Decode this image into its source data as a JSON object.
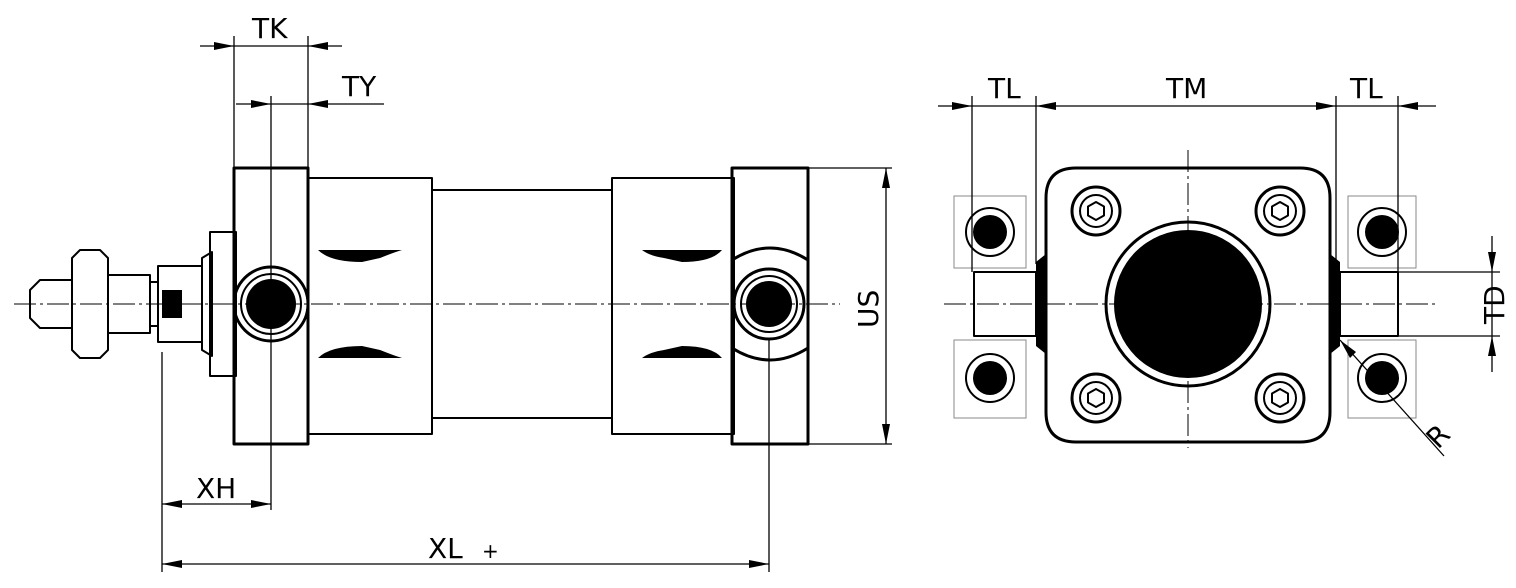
{
  "labels": {
    "tk": "TK",
    "ty": "TY",
    "xh": "XH",
    "xl": "XL",
    "plus": "+",
    "us": "US",
    "tl_left": "TL",
    "tm": "TM",
    "tl_right": "TL",
    "td": "TD",
    "r": "R"
  }
}
